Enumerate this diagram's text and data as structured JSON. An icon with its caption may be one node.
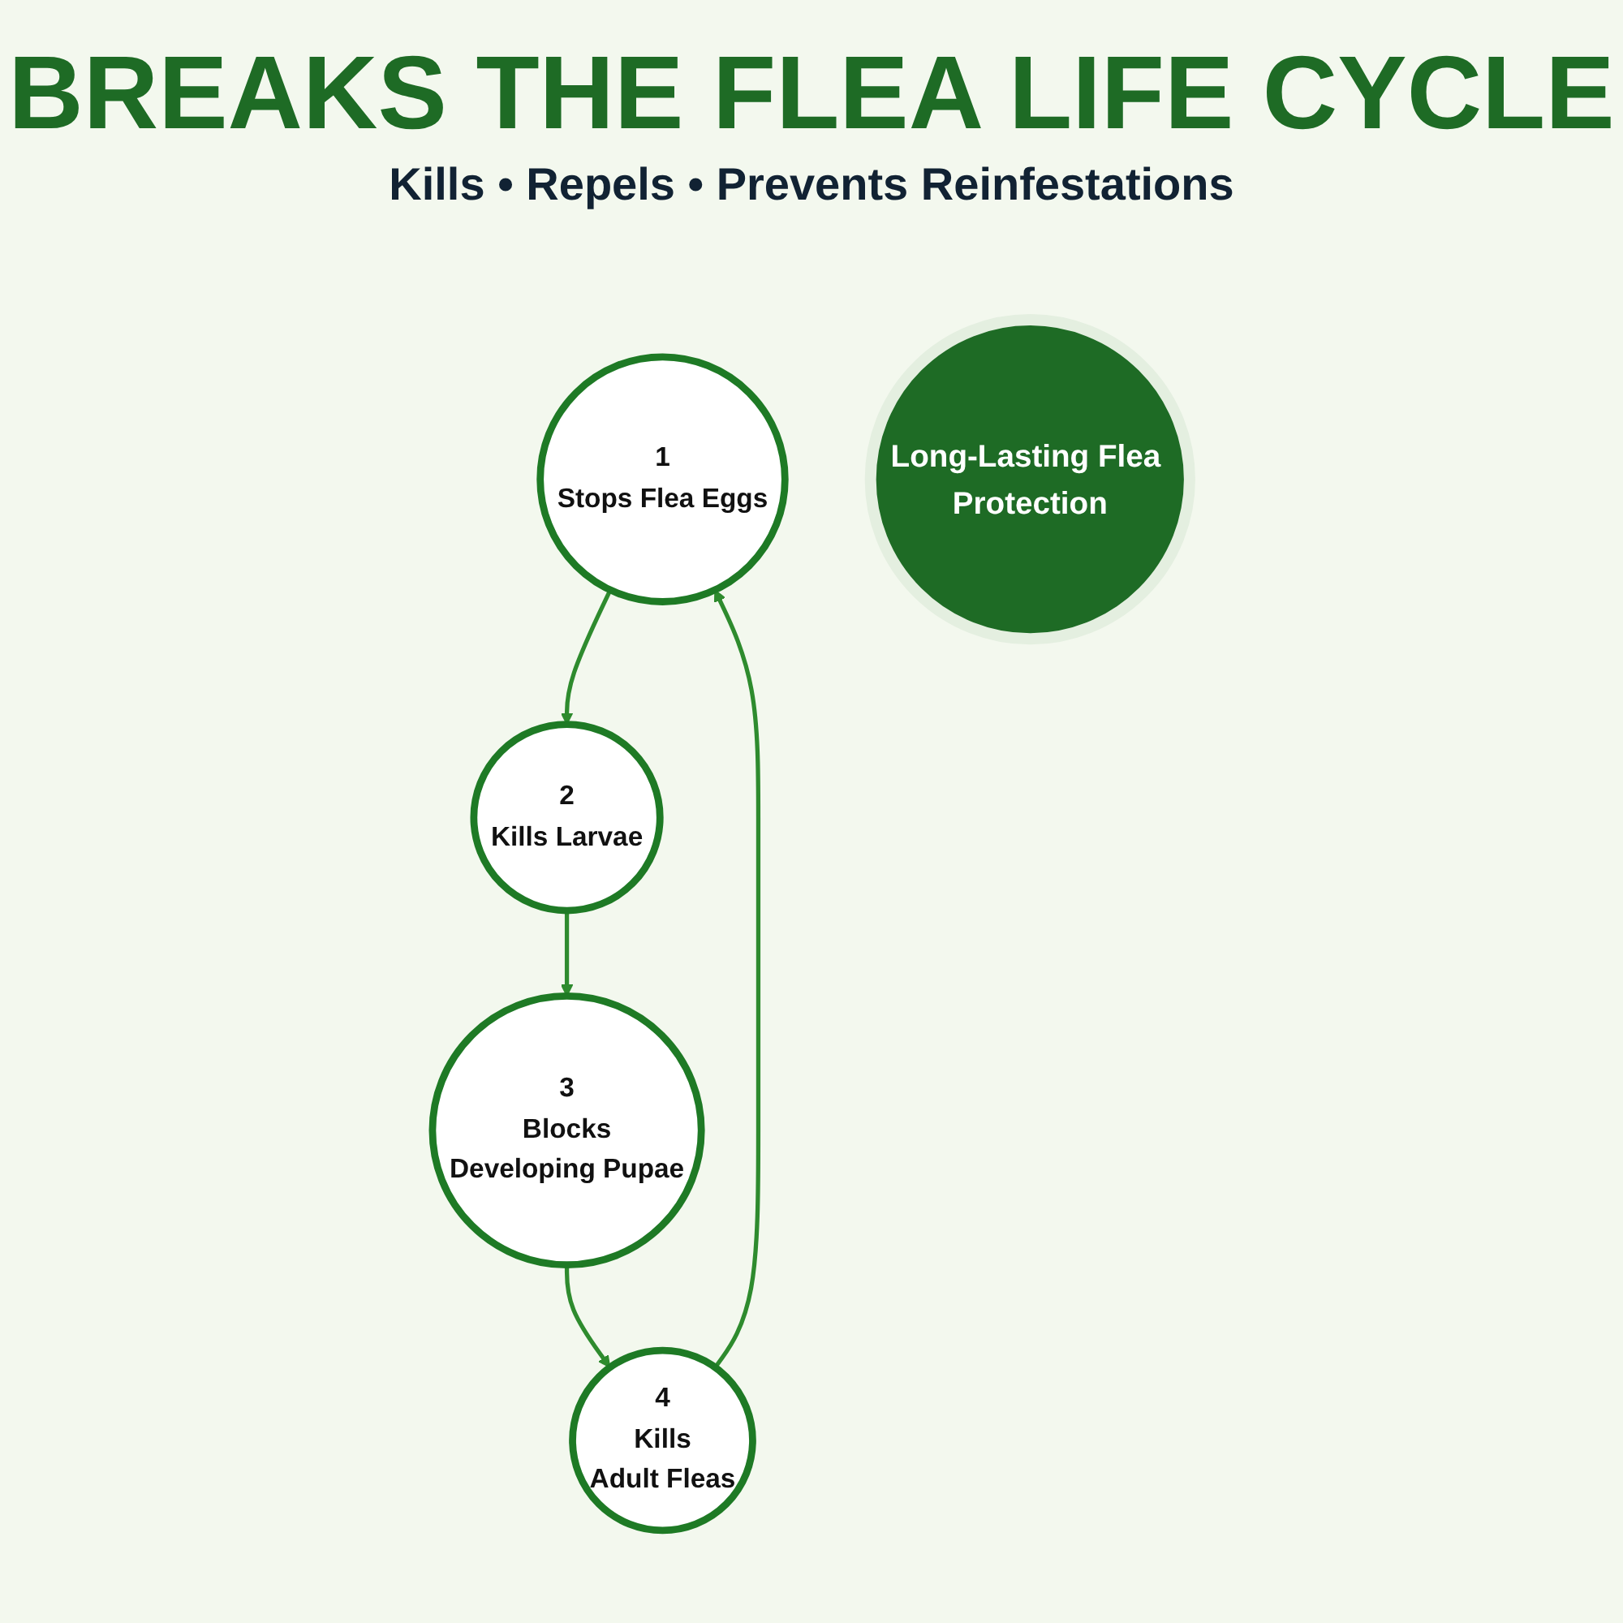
{
  "diagram": {
    "title": "BREAKS THE FLEA LIFE CYCLE",
    "nodes": [
      {
        "text": [
          "1",
          "Stops Flea Eggs"
        ]
      },
      {
        "text": [
          "4",
          "Kills",
          "Adult Fleas"
        ]
      },
      {
        "text": [
          "Long-Lasting Flea Protection"
        ]
      },
      {
        "text": [
          "2",
          "Kills Larvae"
        ]
      },
      {
        "text": [
          "3",
          "Blocks",
          "Developing Pupae"
        ]
      }
    ],
    "edges": [
      {
        "from": 0,
        "to": 3,
        "arrow": "to"
      },
      {
        "from": 3,
        "to": 4,
        "arrow": "to"
      },
      {
        "from": 4,
        "to": 1,
        "arrow": "to"
      },
      {
        "from": 1,
        "to": 0,
        "arrow": "to"
      }
    ],
    "labels": [
      "Kills • Repels • Prevents Reinfestations"
    ]
  }
}
